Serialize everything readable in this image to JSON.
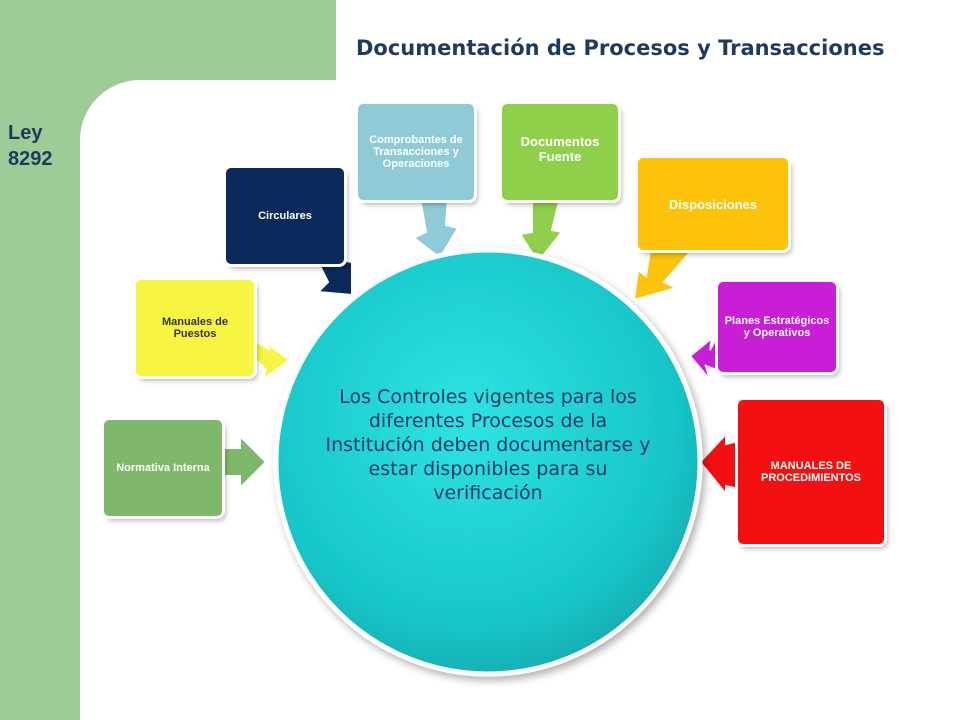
{
  "title": "Documentación de Procesos y Transacciones",
  "side_label": "Ley 8292",
  "center": {
    "text": "Los Controles vigentes para los diferentes Procesos de la Institución deben documentarse y estar disponibles para su verificación",
    "color": "#19c9c9"
  },
  "nodes": [
    {
      "id": "normativa",
      "label": "Normativa Interna",
      "color": "#7fb86b",
      "text_color": "#ffffff"
    },
    {
      "id": "manuales-puestos",
      "label": "Manuales de Puestos",
      "color": "#f7f542",
      "text_color": "#333333"
    },
    {
      "id": "circulares",
      "label": "Circulares",
      "color": "#0b2a5c",
      "text_color": "#ffffff"
    },
    {
      "id": "comprobantes",
      "label": "Comprobantes de Transacciones y Operaciones",
      "color": "#8fcbd6",
      "text_color": "#ffffff"
    },
    {
      "id": "documentos-fuente",
      "label": "Documentos Fuente",
      "color": "#8fcf4a",
      "text_color": "#ffffff"
    },
    {
      "id": "disposiciones",
      "label": "Disposiciones",
      "color": "#fcc30a",
      "text_color": "#ffffff"
    },
    {
      "id": "planes",
      "label": "Planes Estratégicos y Operativos",
      "color": "#c81fd6",
      "text_color": "#ffffff"
    },
    {
      "id": "manuales-procedimientos",
      "label": "MANUALES DE PROCEDIMIENTOS",
      "color": "#f21010",
      "text_color": "#ffffff"
    }
  ]
}
